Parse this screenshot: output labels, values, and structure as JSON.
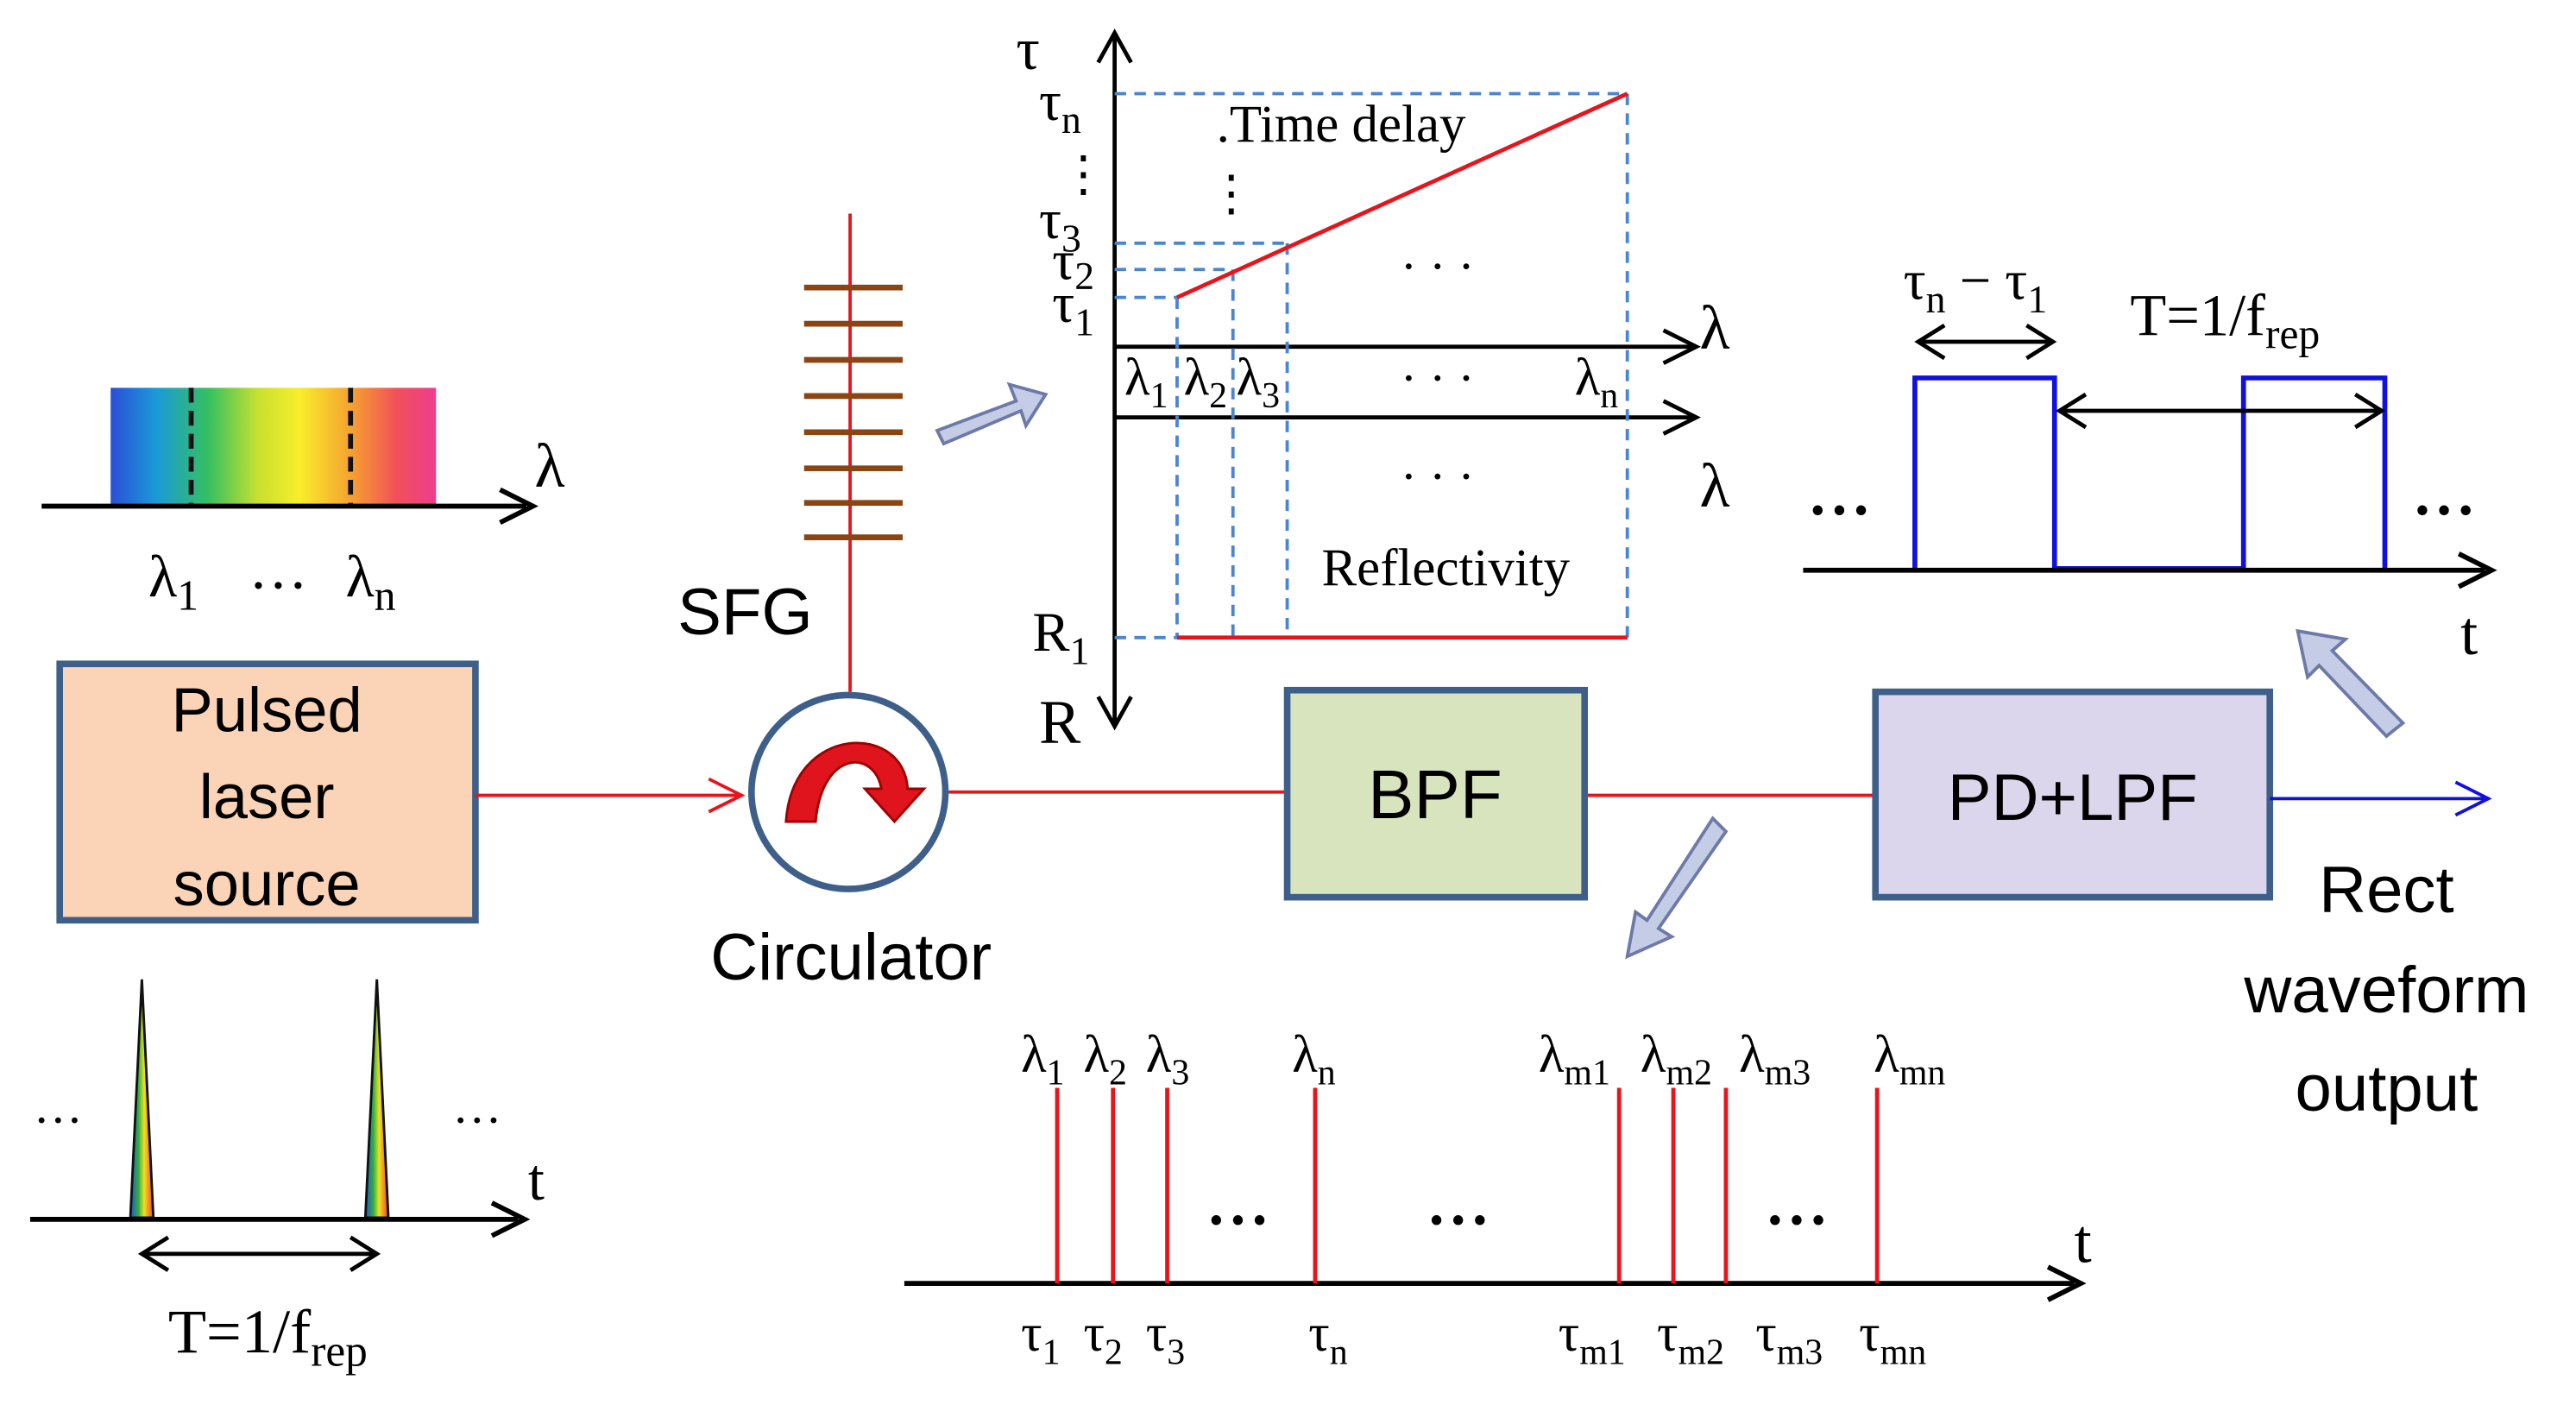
{
  "blocks": {
    "laser": {
      "line1": "Pulsed",
      "line2": "laser",
      "line3": "source"
    },
    "bpf": "BPF",
    "pd_lpf": "PD+LPF",
    "sfg": "SFG",
    "circulator": "Circulator",
    "output": {
      "line1": "Rect",
      "line2": "waveform",
      "line3": "output"
    }
  },
  "spectrum": {
    "axis": "λ",
    "start_label": {
      "base": "λ",
      "sub": "1"
    },
    "dots": "…",
    "end_label": {
      "base": "λ",
      "sub": "n"
    }
  },
  "pulse_train": {
    "axis": "t",
    "dots_left": "…",
    "dots_right": "…",
    "period": {
      "base": "T=1/f",
      "sub": "rep"
    }
  },
  "delay_plot": {
    "y_axis": "τ",
    "y_ticks": [
      {
        "base": "τ",
        "sub": "n"
      },
      {
        "base": "τ",
        "sub": "3"
      },
      {
        "base": "τ",
        "sub": "2"
      },
      {
        "base": "τ",
        "sub": "1"
      }
    ],
    "x_axis": "λ",
    "x_ticks": [
      {
        "base": "λ",
        "sub": "1"
      },
      {
        "base": "λ",
        "sub": "2"
      },
      {
        "base": "λ",
        "sub": "3"
      },
      {
        "base": "λ",
        "sub": "n"
      }
    ],
    "curve_label": "Time delay",
    "dots": "· · ·"
  },
  "reflect_plot": {
    "x_axis": "λ",
    "y_axis": "R",
    "level": {
      "base": "R",
      "sub": "1"
    },
    "curve_label": "Reflectivity",
    "dots": "· · ·"
  },
  "rect_wave": {
    "axis": "t",
    "width": {
      "base": "τ",
      "sub": "n",
      "mid": " − τ",
      "sub2": "1"
    },
    "period": {
      "base": "T=1/f",
      "sub": "rep"
    },
    "dots_left": "• • •",
    "dots_right": "• • •"
  },
  "pulse_seq": {
    "axis": "t",
    "top_labels": [
      {
        "base": "λ",
        "sub": "1"
      },
      {
        "base": "λ",
        "sub": "2"
      },
      {
        "base": "λ",
        "sub": "3"
      },
      {
        "base": "λ",
        "sub": "n"
      },
      {
        "base": "λ",
        "sub": "m1"
      },
      {
        "base": "λ",
        "sub": "m2"
      },
      {
        "base": "λ",
        "sub": "m3"
      },
      {
        "base": "λ",
        "sub": "mn"
      }
    ],
    "bottom_labels": [
      {
        "base": "τ",
        "sub": "1"
      },
      {
        "base": "τ",
        "sub": "2"
      },
      {
        "base": "τ",
        "sub": "3"
      },
      {
        "base": "τ",
        "sub": "n"
      },
      {
        "base": "τ",
        "sub": "m1"
      },
      {
        "base": "τ",
        "sub": "m2"
      },
      {
        "base": "τ",
        "sub": "m3"
      },
      {
        "base": "τ",
        "sub": "mn"
      }
    ],
    "dots": "• • •"
  },
  "colors": {
    "signal": "#e8141c",
    "electrical": "#1010e0",
    "guide": "#4a86d0",
    "box_border": "#3d5f8a",
    "laser_fill": "#fbd3b6",
    "bpf_fill": "#d7e4bd",
    "pd_fill": "#dcd6ec",
    "grating": "#8b4513",
    "callout_fill": "#c5cce6"
  }
}
